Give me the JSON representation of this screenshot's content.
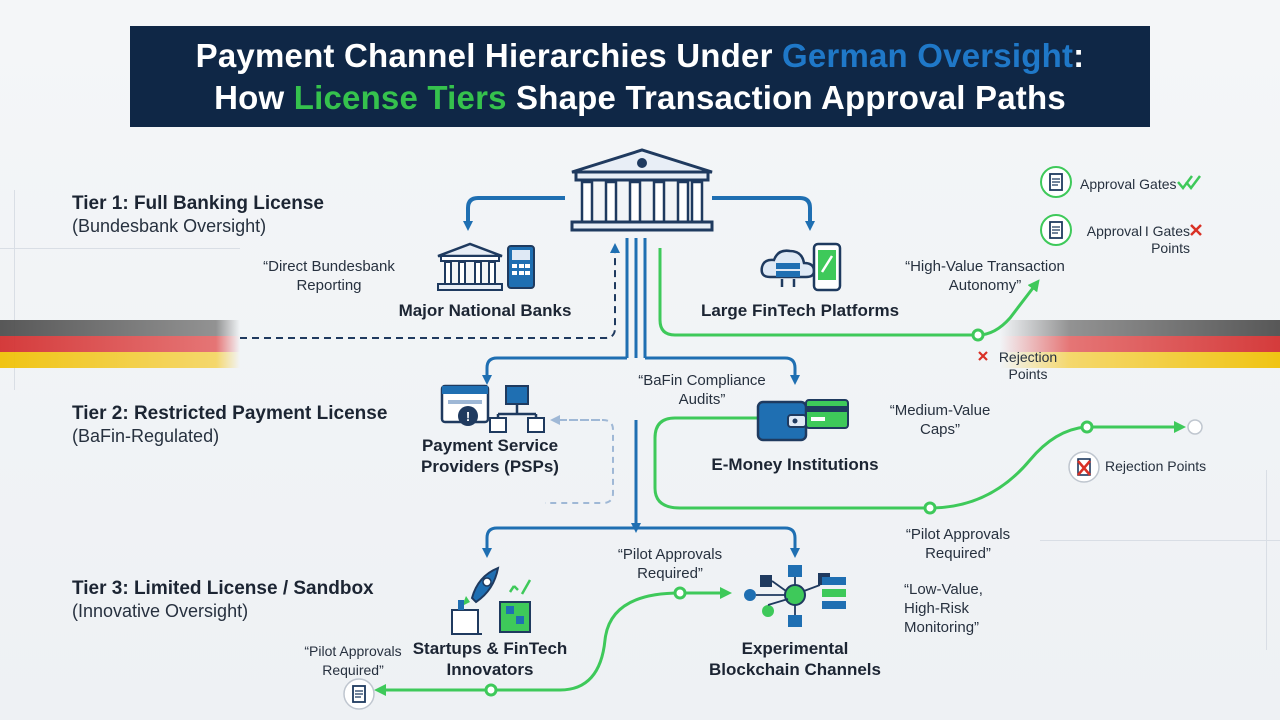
{
  "title": {
    "line1_prefix": "Payment Channel Hierarchies Under ",
    "line1_highlight": "German Oversight",
    "line1_suffix": ":",
    "line2_prefix": "How ",
    "line2_highlight": "License Tiers",
    "line2_suffix": " Shape Transaction Approval Paths"
  },
  "tiers": [
    {
      "title": "Tier 1: Full Banking License",
      "subtitle": "(Bundesbank Oversight)"
    },
    {
      "title": "Tier 2: Restricted Payment License",
      "subtitle": "(BaFin-Regulated)"
    },
    {
      "title": "Tier 3: Limited License / Sandbox",
      "subtitle": "(Innovative Oversight)"
    }
  ],
  "nodes": {
    "major_banks": "Major National Banks",
    "fintech_platforms": "Large FinTech Platforms",
    "psp_line1": "Payment Service",
    "psp_line2": "Providers (PSPs)",
    "emoney": "E-Money Institutions",
    "startups_line1": "Startups & FinTech",
    "startups_line2": "Innovators",
    "blockchain_line1": "Experimental",
    "blockchain_line2": "Blockchain Channels"
  },
  "quotes": {
    "direct_reporting_1": "“Direct Bundesbank",
    "direct_reporting_2": "Reporting",
    "high_value_1": "“High-Value Transaction",
    "high_value_2": "Autonomy”",
    "bafin_audits_1": "“BaFin Compliance",
    "bafin_audits_2": "Audits”",
    "medium_value_1": "“Medium-Value",
    "medium_value_2": "Caps”",
    "pilot_center_1": "“Pilot Approvals",
    "pilot_center_2": "Required”",
    "pilot_right_1": "“Pilot Approvals",
    "pilot_right_2": "Required”",
    "low_value_1": "“Low-Value,",
    "low_value_2": "High-Risk",
    "low_value_3": "Monitoring”",
    "pilot_left_1": "“Pilot Approvals",
    "pilot_left_2": "Required”"
  },
  "legend": {
    "approval_gates": "Approval Gates",
    "approval_points_1": "Approval I Gates",
    "approval_points_2": "Points",
    "rejection_mid_1": "Rejection",
    "rejection_mid_2": "Points",
    "rejection_right": "Rejection Points"
  },
  "colors": {
    "title_bg": "#0f2746",
    "blue_arrow": "#1f6fb2",
    "green_arrow": "#3ec95a",
    "dashed": "#1f3a5f",
    "reject_red": "#d93025"
  }
}
